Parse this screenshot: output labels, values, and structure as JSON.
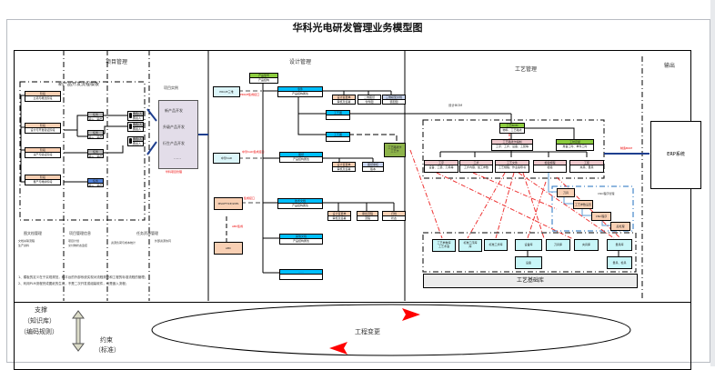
{
  "title": "华科光电研发管理业务模型图",
  "sections": {
    "project": "项目管理",
    "design": "设计管理",
    "process": "工艺管理",
    "output": "输出"
  },
  "project": {
    "template_title": "新产品开发流程模板",
    "instance_title": "项目实例",
    "instances": [
      "新产品开发",
      "升级产品开发",
      "衍生产品开发",
      "……"
    ],
    "instance_note": "华科项目管理",
    "phases": [
      {
        "head": "阶段",
        "body": "立项与概念阶段"
      },
      {
        "head": "阶段",
        "body": "设计与开发验证阶段"
      },
      {
        "head": "阶段",
        "body": "试产与验证阶段"
      },
      {
        "head": "阶段",
        "body": "量产与维护阶段"
      }
    ],
    "tasks": [
      {
        "head": "任务",
        "body": "输入、输出"
      },
      {
        "head": "任务",
        "body": "输入、输出"
      },
      {
        "head": "任务",
        "body": "输入、输出"
      },
      {
        "head": "任务",
        "body": "输入、输出"
      }
    ],
    "roles": [
      {
        "head": "角色/人员",
        "body": "负责人"
      },
      {
        "head": "角色/人员",
        "body": "负责人"
      },
      {
        "head": "角色/人员",
        "body": "负责人"
      }
    ],
    "info_columns": [
      {
        "title": "图文档管理",
        "items": [
          "文档关联流程",
          "生产资料"
        ]
      },
      {
        "title": "项目管理信息",
        "items": [
          "项目计划",
          "交付物状态监控"
        ]
      },
      {
        "title": "任务资源管理",
        "items": [
          "资源负荷与成本统计"
        ]
      },
      {
        "title": "",
        "items": [
          "外部资源协同"
        ]
      }
    ],
    "notes": [
      "1、模板的定义在于实现规范，和平台的外部系统实现对流程规范和工程的标准流程的管理；",
      "2、利用PLM流程完成图纸的生成，不是二次开发或组装软件，而是嵌入流程；"
    ]
  },
  "design": {
    "product_model": {
      "head": "产品型号",
      "body": "产品结构"
    },
    "pro_e": "PRO/E三维",
    "pro_e_link": "PRO/E集成接口",
    "cad": "中望CAD",
    "cad_link": "中望CAD集成接口",
    "wps": "MSOFFICE/WPS",
    "wps_link": "集成接口",
    "abc": "ABC",
    "abc_link": "ABC集成",
    "parts": [
      {
        "head": "零件",
        "body": "产品结构属性"
      },
      {
        "head": "图纸",
        "body": "产品结构属性"
      },
      {
        "head": "技术文档",
        "body": "产品结构属性"
      },
      {
        "head": "其他文档",
        "body": "产品结构属性"
      },
      {
        "head": "……",
        "body": ""
      }
    ],
    "sub_docs": [
      {
        "head": "设计变更单",
        "body": "审核及签署"
      },
      {
        "head": "二维图纸",
        "body": "零件图"
      },
      {
        "head": "三维模型文档",
        "body": "装配图"
      },
      {
        "head": "设计变更单",
        "body": "审核及签署"
      },
      {
        "head": "图纸审核",
        "body": "版本"
      },
      {
        "head": "设计变更单",
        "body": "审核及签署"
      },
      {
        "head": "审批流程",
        "body": "流程"
      },
      {
        "head": "归档",
        "body": "状态"
      }
    ],
    "mid_boxes": [
      "工艺图",
      "工艺图"
    ],
    "process_route_box": "工艺路线卡\n工艺卡"
  },
  "process": {
    "bom_label": "设计BOM",
    "root": {
      "head": "工艺BOM",
      "body": "物料、工艺路线"
    },
    "left": {
      "head": "工艺路线卡编制",
      "body": "工序、工步、设备、工装等"
    },
    "right": {
      "head": "工时定额",
      "body": "准备工时、单件工时"
    },
    "children": [
      {
        "head": "工序",
        "body": "设备、工装、刀具等"
      },
      {
        "head": "工步",
        "body": "工步内容、加工参数"
      },
      {
        "head": "工艺文件",
        "body": "工艺规程、作业指导书"
      },
      {
        "head": "检验规程",
        "body": "检验"
      },
      {
        "head": "工装",
        "body": "夹具、量具"
      }
    ],
    "cnc_title": "CNC程序管理",
    "cnc": [
      "刀具",
      "工艺参数设置",
      "CNC程序",
      "后处理"
    ],
    "library": [
      "工艺参数库\n工艺术语",
      "标准工序库\n库",
      "标准工步库",
      "设备库",
      "刀具库",
      "夹具库",
      "量具库"
    ],
    "library_sub": [
      "设备",
      "量具、检具"
    ],
    "base": "工艺基础库"
  },
  "output": {
    "erp_link": "制造BOM",
    "erp": "ERP系统"
  },
  "footer": {
    "support": "支撑",
    "support_sub1": "（知识库）",
    "support_sub2": "（编码规则）",
    "constraint": "约束",
    "constraint_sub": "（标准）",
    "cycle": "工程变更"
  }
}
